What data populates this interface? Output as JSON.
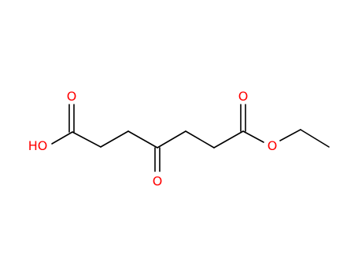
{
  "molecule": {
    "atoms": [
      {
        "id": "O_carbonyl_acid",
        "symbol": "O",
        "label": "O"
      },
      {
        "id": "O_hydroxyl",
        "symbol": "O",
        "label": "HO"
      },
      {
        "id": "O_ketone",
        "symbol": "O",
        "label": "O"
      },
      {
        "id": "O_carbonyl_ester",
        "symbol": "O",
        "label": "O"
      },
      {
        "id": "O_ester",
        "symbol": "O",
        "label": "O"
      }
    ],
    "colors": {
      "bond": "#000000",
      "oxygen": "#ff0000",
      "background": "#ffffff"
    }
  }
}
